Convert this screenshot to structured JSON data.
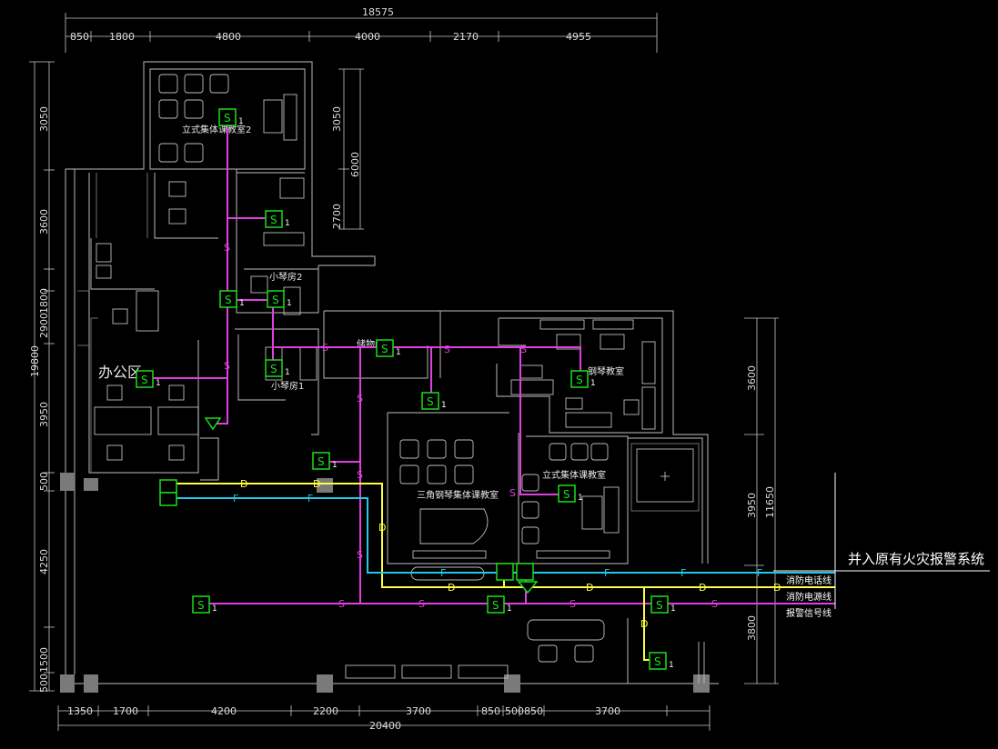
{
  "dimensions": {
    "top_total": "18575",
    "top_segments": [
      "850",
      "1800",
      "4800",
      "4000",
      "2170",
      "4955"
    ],
    "bottom_total": "20400",
    "bottom_segments": [
      "1350",
      "1700",
      "4200",
      "2200",
      "3700",
      "850",
      "500",
      "850",
      "3700"
    ],
    "left_total": "19800",
    "left_segments": [
      "3050",
      "3600",
      "2900",
      "1800",
      "3950",
      "500",
      "4250",
      "1500",
      "500"
    ],
    "inner_right_upper": [
      "3050",
      "6000",
      "2700"
    ],
    "right_segments": [
      "3600",
      "3950",
      "11650",
      "3800"
    ]
  },
  "rooms": {
    "standing_class_2": "立式集体课教室2",
    "practice_room_2": "小琴房2",
    "practice_room_1": "小琴房1",
    "office_area": "办公区",
    "storage": "储物间",
    "piano_classroom": "钢琴教室",
    "three_piano_classroom": "三角钢琴集体课教室",
    "standing_class": "立式集体课教室"
  },
  "legend": {
    "title": "并入原有火灾报警系统",
    "fire_phone_line": "消防电话线",
    "fire_power_line": "消防电源线",
    "alarm_signal_line": "报警信号线"
  },
  "line_labels": {
    "signal": "S",
    "power": "D",
    "phone": "F"
  },
  "detector": {
    "symbol": "S",
    "count": "1"
  },
  "colors": {
    "background": "#000000",
    "signal_line": "#e040e0",
    "power_line": "#ffff40",
    "phone_line": "#22c8e8",
    "device": "#18e018"
  }
}
